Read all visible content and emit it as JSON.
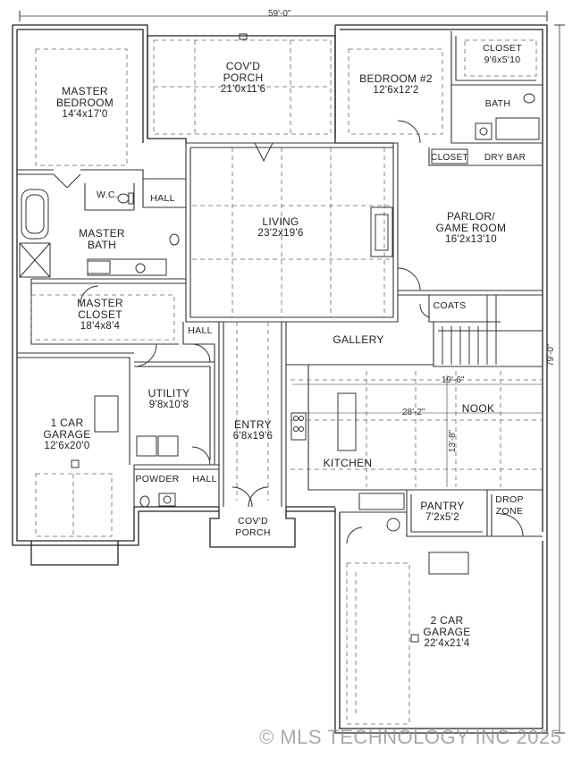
{
  "overall": {
    "width": "59'-0\"",
    "depth": "79'-0\""
  },
  "rooms": {
    "master_bedroom": {
      "name": "MASTER BEDROOM",
      "name_line1": "MASTER",
      "name_line2": "BEDROOM",
      "dims": "14'4x17'0"
    },
    "covd_porch_rear": {
      "name_line1": "COV'D",
      "name_line2": "PORCH",
      "dims": "21'0x11'6"
    },
    "bedroom2": {
      "name": "BEDROOM #2",
      "dims": "12'6x12'2"
    },
    "closet_bed2": {
      "name": "CLOSET",
      "dims": "9'6x5'10"
    },
    "bath": {
      "name": "BATH"
    },
    "closet_small": {
      "name": "CLOSET"
    },
    "dry_bar": {
      "name": "DRY BAR"
    },
    "wc": {
      "name": "W.C."
    },
    "hall_1": {
      "name": "HALL"
    },
    "living": {
      "name": "LIVING",
      "dims": "23'2x19'6"
    },
    "parlor": {
      "name_line1": "PARLOR/",
      "name_line2": "GAME ROOM",
      "dims": "16'2x13'10"
    },
    "master_bath": {
      "name_line1": "MASTER",
      "name_line2": "BATH"
    },
    "master_closet": {
      "name_line1": "MASTER",
      "name_line2": "CLOSET",
      "dims": "18'4x8'4"
    },
    "coats": {
      "name": "COATS"
    },
    "hall_2": {
      "name": "HALL"
    },
    "gallery": {
      "name": "GALLERY"
    },
    "utility": {
      "name": "UTILITY",
      "dims": "9'8x10'8"
    },
    "garage1": {
      "name_line1": "1 CAR",
      "name_line2": "GARAGE",
      "dims": "12'6x20'0"
    },
    "entry": {
      "name": "ENTRY",
      "dims": "6'8x19'6"
    },
    "nook": {
      "name": "NOOK"
    },
    "kitchen": {
      "name": "KITCHEN"
    },
    "powder": {
      "name": "POWDER"
    },
    "hall_3": {
      "name": "HALL"
    },
    "pantry": {
      "name": "PANTRY",
      "dims": "7'2x5'2"
    },
    "drop_zone": {
      "name_line1": "DROP",
      "name_line2": "ZONE"
    },
    "covd_porch_front": {
      "name_line1": "COV'D",
      "name_line2": "PORCH"
    },
    "garage2": {
      "name_line1": "2 CAR",
      "name_line2": "GARAGE",
      "dims": "22'4x21'4"
    }
  },
  "kitchen_dims": {
    "d1": "19'-6\"",
    "d2": "28'-2\"",
    "d3": "13'-8\""
  },
  "watermark": "© MLS TECHNOLOGY INC 2025"
}
